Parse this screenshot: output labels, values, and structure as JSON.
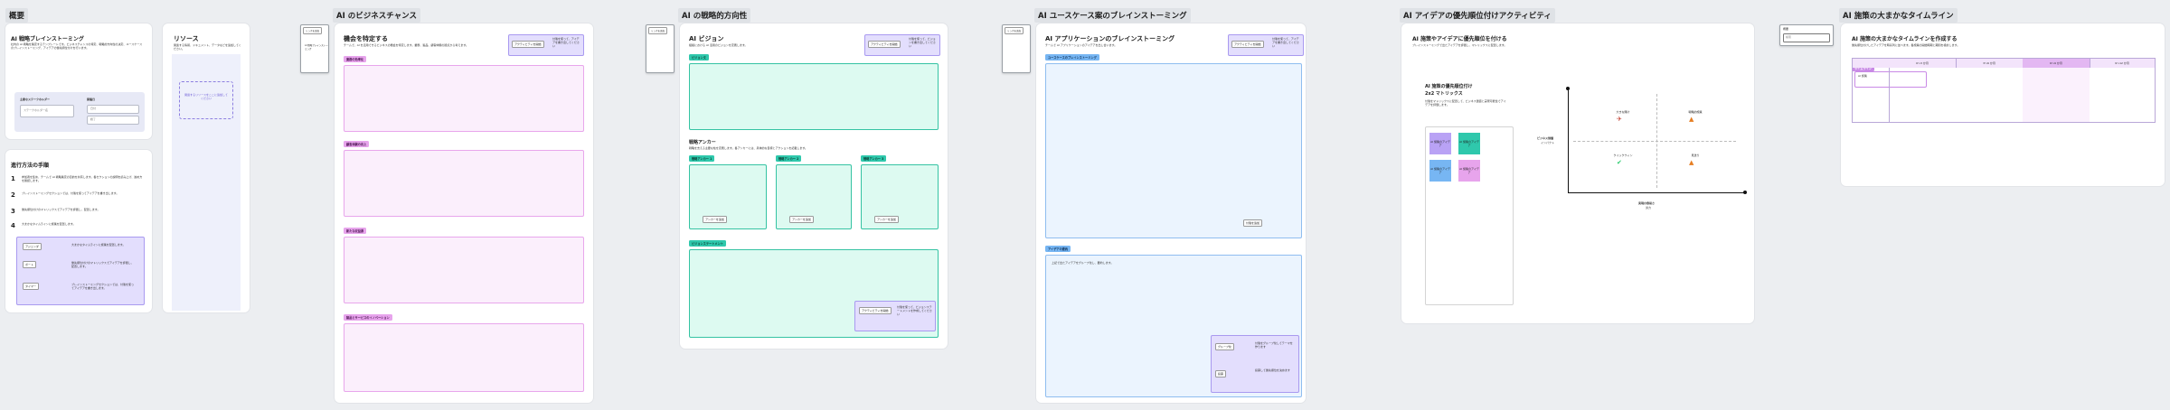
{
  "sections": {
    "overview": "概要",
    "business": "AI のビジネスチャンス",
    "strategy": "AI の戦略的方向性",
    "usecases": "AI ユースケース案のブレインストーミング",
    "prioritize": "AI アイデアの優先順位付けアクティビティ",
    "timeline": "AI 施策の大まかなタイムライン"
  },
  "overview": {
    "title": "AI 戦略ブレインストーミング",
    "desc": "社内の AI 戦略を策定するテンプレートです。ビジネスチャンスの特定、戦略的方向性の決定、ユースケースのブレインストーミング、アイデアの優先順位付けを行います。",
    "facilitator_label": "主要なステークホルダー",
    "date_label": "開催日",
    "inputs": [
      "ステークホルダー名",
      "日付",
      "終了"
    ]
  },
  "steps": {
    "title": "進行方法の手順",
    "items": [
      {
        "n": "1",
        "text": "参加者を集め、チームで AI 戦略策定の目的を共有します。各セクションの説明を読み上げ、進め方を確認します。"
      },
      {
        "n": "2",
        "text": "ブレインストーミングセクションでは、付箋を使ってアイデアを書き出します。"
      },
      {
        "n": "3",
        "text": "優先順位付けのマトリックスでアイデアを評価し、配置します。"
      },
      {
        "n": "4",
        "text": "大まかなタイムラインに施策を配置します。"
      }
    ],
    "buttons": [
      "アジェンダ",
      "ボート",
      "タイマー"
    ]
  },
  "resources": {
    "title": "リソース",
    "desc": "関連する情報、ドキュメント、データなどを追加してください。",
    "placeholder": "関連するリソースをここに追加してください"
  },
  "mini_frames": [
    {
      "label": "リンクを追加"
    },
    {
      "label": "リンクを追加"
    },
    {
      "label": "リンクを追加"
    },
    {
      "label": "概要"
    }
  ],
  "business": {
    "title": "機会を特定する",
    "desc": "チームで、AI を活用できるビジネスの機会を特定します。業務、製品、顧客体験の観点から考えます。",
    "tip_button": "アクティビティを開始",
    "tip_text": "付箋を使って、アイデアを書き出してください",
    "areas": [
      "業務の効率化",
      "顧客体験の向上",
      "新たな収益源",
      "製品とサービスのイノベーション"
    ]
  },
  "strategy": {
    "title": "AI ビジョン",
    "desc": "組織における AI 活用のビジョンを定義します。",
    "tip_button": "アクティビティを開始",
    "tip_text": "付箋を使って、ビジョンを書き出してください",
    "vision_tag": "ビジョン文",
    "anchors_title": "戦略アンカー",
    "anchors_desc": "戦略を支える主要な柱を定義します。各アンカーには、具体的な目標とアクションを記載します。",
    "anchor_tags": [
      "戦略アンカー 1",
      "戦略アンカー 2",
      "戦略アンカー 3"
    ],
    "anchor_button": "アンカーを追加",
    "bottom_tag": "ビジョンステートメント",
    "bottom_note": "付箋を使って、ビジョンステートメントを作成してください"
  },
  "usecases": {
    "title": "AI アプリケーションのブレインストーミング",
    "desc": "チームで AI アプリケーションのアイデアを出し合います。",
    "tip_button": "アクティビティを開始",
    "tip_text": "付箋を使って、アイデアを書き出してください",
    "tag": "ユースケースのブレインストーミング",
    "add_button": "付箋を追加",
    "idea_tag": "アイデアの要約",
    "idea_desc": "上記で出たアイデアをグループ化し、要約します。",
    "btns": [
      "グループ化",
      "投票"
    ],
    "btn_notes": [
      "付箋をグループ化してテーマを作ります",
      "投票して優先順位を決めます"
    ]
  },
  "prioritize": {
    "title": "AI 施策やアイデアに優先順位を付ける",
    "desc": "ブレインストーミングで出たアイデアを評価し、マトリックスに配置します。",
    "matrix_title": "AI 施策の優先順位付け",
    "matrix_sub": "2x2 マトリックス",
    "matrix_desc": "付箋をマトリックスに配置して、ビジネス価値と実現可能性でアイデアを評価します。",
    "stickies": [
      "AI 施策のアイデア",
      "AI 施策のアイデア",
      "AI 施策のアイデア",
      "AI 施策のアイデア"
    ],
    "y_label": "ビジネス価値",
    "y_sub": "インパクト",
    "x_label": "実現の容易さ",
    "x_sub": "労力",
    "quadrants": [
      {
        "label": "大きな賭け",
        "icon": "rocket-icon"
      },
      {
        "label": "戦略的施策",
        "icon": "flame-icon"
      },
      {
        "label": "クイックウィン",
        "icon": "check-icon"
      },
      {
        "label": "見送り",
        "icon": "flame-icon"
      }
    ]
  },
  "timeline": {
    "title": "AI 施策の大まかなタイムラインを作成する",
    "desc": "優先順位付けしたアイデアを時系列に並べます。各施策の開始時期と期間を検討します。",
    "tag": "タイムライン",
    "columns": [
      "0〜3 か月",
      "3〜6 か月",
      "6〜9 か月",
      "9〜12 か月"
    ],
    "row_label": "AI 施策",
    "search_placeholder": "検索"
  },
  "colors": {
    "pink": "#e7a4ec",
    "green": "#2fc8ac",
    "blue": "#77b6f3",
    "lavender": "#c8b8f6",
    "purple": "#c98ae6"
  }
}
